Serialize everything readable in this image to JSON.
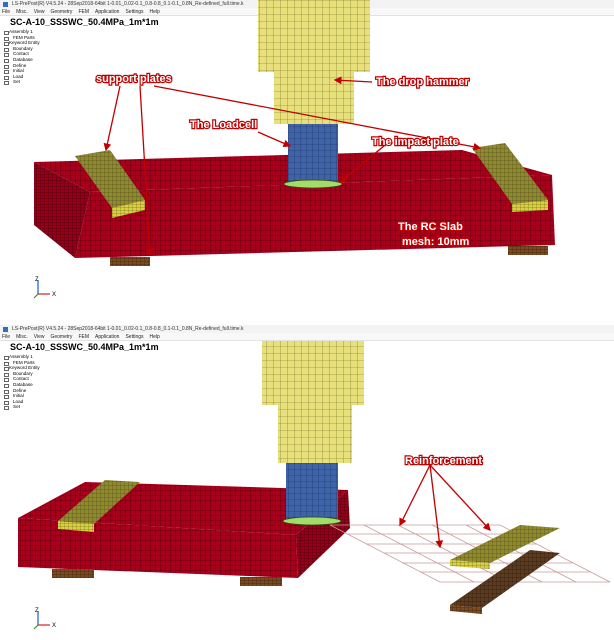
{
  "window": {
    "title_top": "LS-PrePost(R) V4.5.24 - 28Sep2018-64bit 1-0.01_0.02-0.1_0.8-0.8_0.1-0.1_0.8N_Re-defined_full.time.k",
    "title_bottom": "LS-PrePost(R) V4.5.24 - 28Sep2018-64bit 1-0.01_0.02-0.1_0.8-0.8_0.1-0.1_0.8N_Re-defined_full.time.k"
  },
  "menu": [
    "File",
    "Misc.",
    "View",
    "Geometry",
    "FEM",
    "Application",
    "Settings",
    "Help"
  ],
  "model_title": "SC-A-10_SSSWC_50.4MPa_1m*1m",
  "tree": [
    {
      "label": "Assembly 1",
      "level": 0
    },
    {
      "label": "FEM Parts",
      "level": 1
    },
    {
      "label": "Keyword Entity",
      "level": 0
    },
    {
      "label": "Boundary",
      "level": 1
    },
    {
      "label": "Contact",
      "level": 1
    },
    {
      "label": "Database",
      "level": 1
    },
    {
      "label": "Define",
      "level": 1
    },
    {
      "label": "Initial",
      "level": 1
    },
    {
      "label": "Load",
      "level": 1
    },
    {
      "label": "Set",
      "level": 1
    }
  ],
  "annotations_top": {
    "support_plates": "support plates",
    "drop_hammer": "The drop hammer",
    "loadcell": "The Loadcell",
    "impact_plate": "The impact plate",
    "rc_slab": "The RC Slab",
    "mesh": "mesh: 10mm"
  },
  "annotations_bottom": {
    "reinforcement": "Reinforcement"
  },
  "axes": {
    "z": "Z",
    "x": "X"
  },
  "colors": {
    "slab": "#a8001c",
    "mesh_line": "#3a0006",
    "hammer": "#e8e07a",
    "loadcell": "#3f63a8",
    "impact_plate": "#a4dc6a",
    "support_plate": "#8f8a30",
    "bottom_support": "#7a4a20",
    "annotation": "#c00000"
  }
}
